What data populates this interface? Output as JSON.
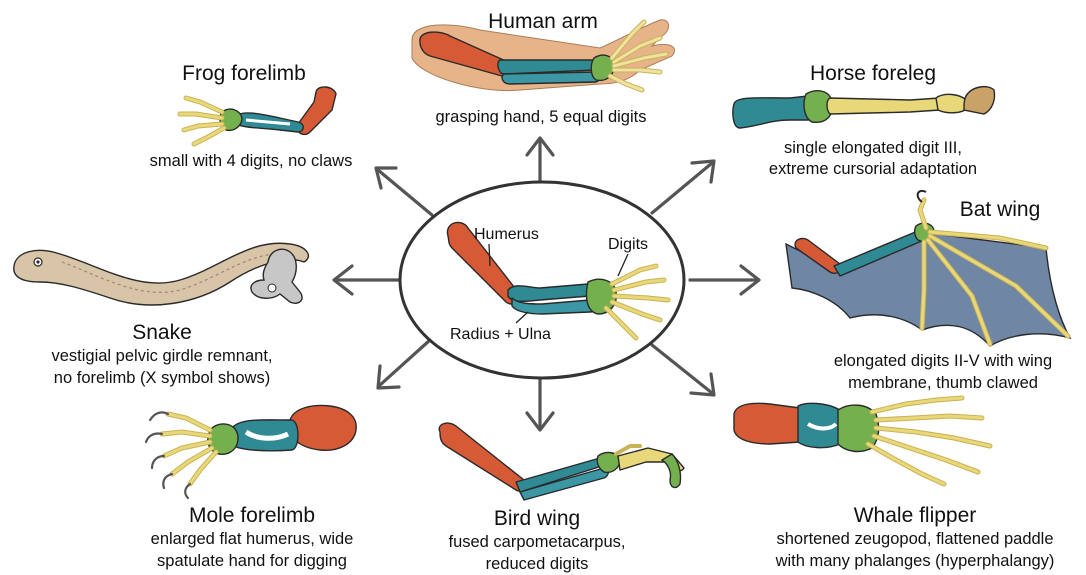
{
  "colors": {
    "humerus": "#d65a35",
    "radius_ulna": "#2f8a94",
    "carpals": "#74b04d",
    "digits": "#e9d879",
    "bat_membrane": "#6f86a5",
    "snake_skin": "#d8c4a6",
    "arrow": "#555555"
  },
  "center": {
    "humerus_label": "Humerus",
    "digits_label": "Digits",
    "radius_ulna_label": "Radius + Ulna"
  },
  "limbs": {
    "human": {
      "title": "Human arm",
      "desc": [
        "grasping hand, 5 equal digits"
      ]
    },
    "frog": {
      "title": "Frog forelimb",
      "desc": [
        "small with 4 digits, no claws"
      ]
    },
    "horse": {
      "title": "Horse foreleg",
      "desc": [
        "single elongated digit III,",
        "extreme cursorial adaptation"
      ]
    },
    "bat": {
      "title": "Bat wing",
      "desc": [
        "elongated digits II-V with wing",
        "membrane, thumb clawed"
      ]
    },
    "snake": {
      "title": "Snake",
      "desc": [
        "vestigial pelvic girdle remnant,",
        "no forelimb (X symbol shows)"
      ]
    },
    "mole": {
      "title": "Mole forelimb",
      "desc": [
        "enlarged flat humerus, wide",
        "spatulate hand for digging"
      ]
    },
    "bird": {
      "title": "Bird wing",
      "desc": [
        "fused carpometacarpus,",
        "reduced digits"
      ]
    },
    "whale": {
      "title": "Whale flipper",
      "desc": [
        "shortened zeugopod, flattened paddle",
        "with many phalanges (hyperphalangy)"
      ]
    }
  }
}
